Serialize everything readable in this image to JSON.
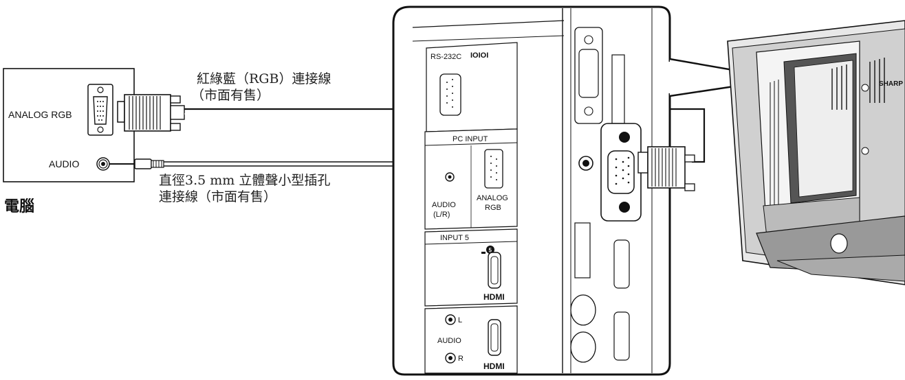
{
  "computer": {
    "title": "電腦",
    "ports": {
      "analog_rgb": "ANALOG RGB",
      "audio": "AUDIO"
    }
  },
  "cables": {
    "rgb_line1": "紅綠藍（RGB）連接線",
    "rgb_line2": "（市面有售）",
    "audio_line1": "直徑3.5  mm  立體聲小型插孔",
    "audio_line2": "連接線（市面有售）"
  },
  "tv_panel": {
    "rs232c": "RS-232C",
    "rs232c_symbol": "IOIOI",
    "pc_input": "PC INPUT",
    "audio_port": "AUDIO",
    "audio_port_sub": "(L/R)",
    "analog_port": "ANALOG",
    "analog_port_sub": "RGB",
    "input5": "INPUT 5",
    "input5_badge": "5",
    "hdmi_logo": "HDMI",
    "audio_lr_l": "L",
    "audio_lr_label": "AUDIO",
    "audio_lr_r": "R"
  },
  "tv_brand": "SHARP"
}
